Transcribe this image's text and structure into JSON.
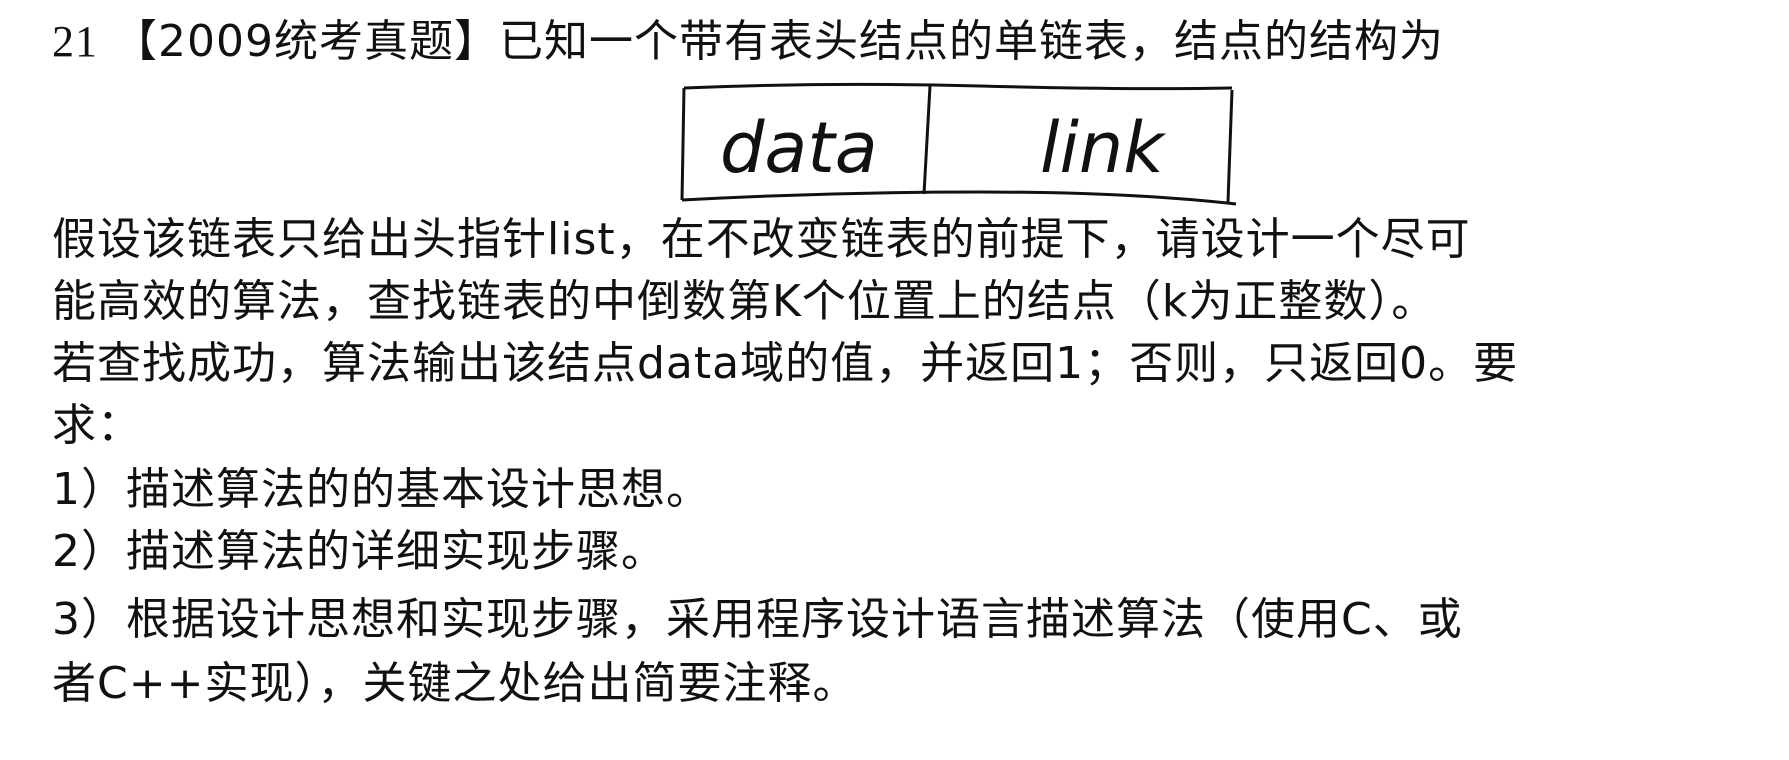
{
  "question": {
    "number": "21",
    "source_tag": "【2009统考真题】",
    "intro": "已知一个带有表头结点的单链表，结点的结构为",
    "node_diagram": {
      "fields": [
        "data",
        "link"
      ]
    },
    "body_lines": [
      "假设该链表只给出头指针list，在不改变链表的前提下，请设计一个尽可",
      "能高效的算法，查找链表的中倒数第K个位置上的结点（k为正整数）。",
      "若查找成功，算法输出该结点data域的值，并返回1；否则，只返回0。要",
      "求："
    ],
    "requirements": [
      "1）描述算法的的基本设计思想。",
      "2）描述算法的详细实现步骤。",
      "3）根据设计思想和实现步骤，采用程序设计语言描述算法（使用C、或",
      "者C++实现），关键之处给出简要注释。"
    ]
  }
}
